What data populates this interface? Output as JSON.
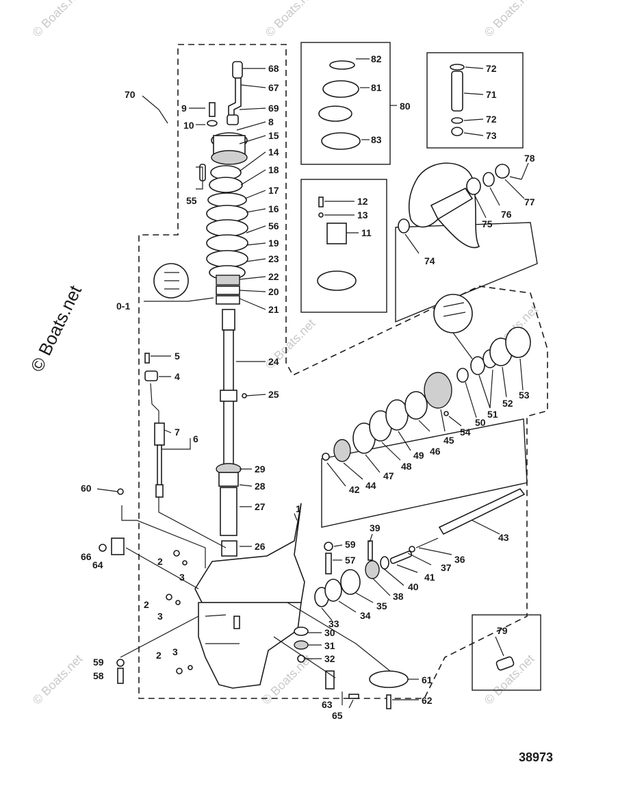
{
  "diagram_number": "38973",
  "watermark": "© Boats.net",
  "callouts": {
    "c1": "1",
    "c2a": "2",
    "c2b": "2",
    "c2c": "2",
    "c3a": "3",
    "c3b": "3",
    "c3c": "3",
    "c4": "4",
    "c5": "5",
    "c6": "6",
    "c7": "7",
    "c8": "8",
    "c9": "9",
    "c10": "10",
    "c11": "11",
    "c12": "12",
    "c13": "13",
    "c14": "14",
    "c15": "15",
    "c16": "16",
    "c17": "17",
    "c18": "18",
    "c19": "19",
    "c20": "20",
    "c21": "21",
    "c22": "22",
    "c23": "23",
    "c24": "24",
    "c25": "25",
    "c26": "26",
    "c27": "27",
    "c28": "28",
    "c29": "29",
    "c30": "30",
    "c31": "31",
    "c32": "32",
    "c33": "33",
    "c34": "34",
    "c35": "35",
    "c36": "36",
    "c37": "37",
    "c38": "38",
    "c39": "39",
    "c40": "40",
    "c41": "41",
    "c42": "42",
    "c43": "43",
    "c44": "44",
    "c45": "45",
    "c46": "46",
    "c47": "47",
    "c48": "48",
    "c49": "49",
    "c50": "50",
    "c51": "51",
    "c52": "52",
    "c53": "53",
    "c54": "54",
    "c55": "55",
    "c56": "56",
    "c57": "57",
    "c58": "58",
    "c59a": "59",
    "c59b": "59",
    "c60": "60",
    "c61": "61",
    "c62": "62",
    "c63": "63",
    "c64": "64",
    "c65": "65",
    "c66": "66",
    "c67": "67",
    "c68": "68",
    "c69": "69",
    "c70": "70",
    "c71": "71",
    "c72a": "72",
    "c72b": "72",
    "c73": "73",
    "c74": "74",
    "c75": "75",
    "c76": "76",
    "c77": "77",
    "c78": "78",
    "c79": "79",
    "c80": "80",
    "c81": "81",
    "c82": "82",
    "c83": "83",
    "c01": "0-1"
  }
}
